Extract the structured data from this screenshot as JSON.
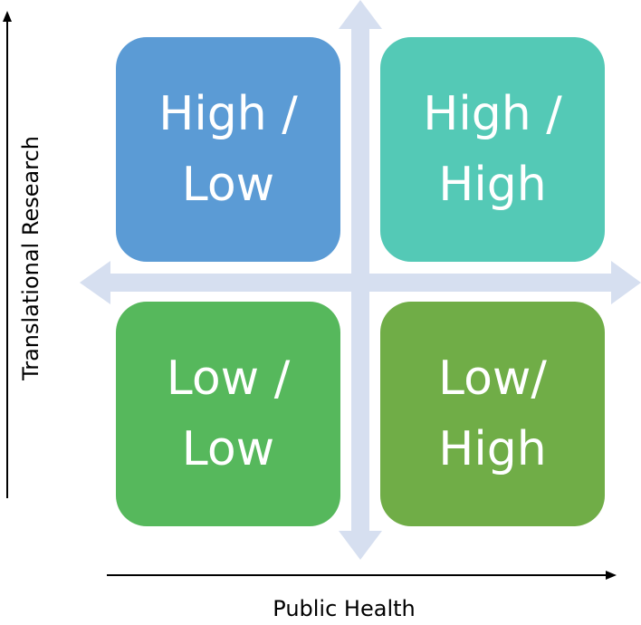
{
  "diagram": {
    "x_axis_label": "Public Health",
    "y_axis_label": "Translational Research",
    "quadrants": {
      "top_left": {
        "label": "High /\nLow",
        "color": "#5b9bd5"
      },
      "top_right": {
        "label": "High /\nHigh",
        "color": "#54c9b6"
      },
      "bottom_left": {
        "label": "Low /\nLow",
        "color": "#56b85c"
      },
      "bottom_right": {
        "label": "Low/\nHigh",
        "color": "#70ad47"
      }
    },
    "colors": {
      "cross_arrows": "#d6dff0",
      "axis_lines": "#000000",
      "text_on_quadrants": "#ffffff"
    }
  }
}
